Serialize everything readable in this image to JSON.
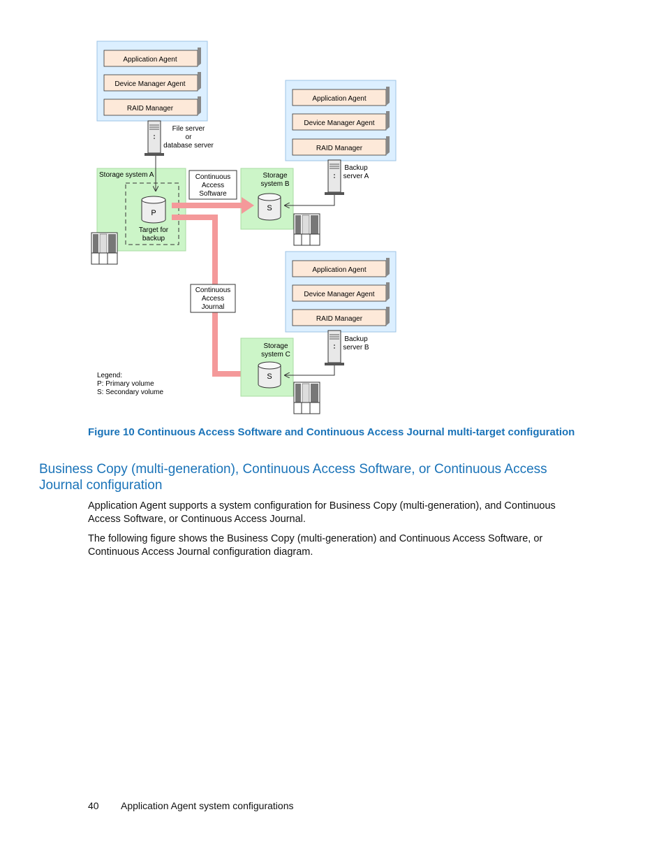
{
  "diagram": {
    "host_top_left": {
      "app_agent": "Application Agent",
      "dev_mgr_agent": "Device Manager Agent",
      "raid_mgr": "RAID Manager"
    },
    "file_server_label": [
      "File server",
      "or",
      "database server"
    ],
    "host_backup_a": {
      "app_agent": "Application Agent",
      "dev_mgr_agent": "Device Manager Agent",
      "raid_mgr": "RAID Manager"
    },
    "backup_server_a_label": [
      "Backup",
      "server A"
    ],
    "host_backup_b": {
      "app_agent": "Application Agent",
      "dev_mgr_agent": "Device Manager Agent",
      "raid_mgr": "RAID Manager"
    },
    "backup_server_b_label": [
      "Backup",
      "server B"
    ],
    "storage_a_label": "Storage system A",
    "storage_b_label": [
      "Storage",
      "system B"
    ],
    "storage_c_label": [
      "Storage",
      "system C"
    ],
    "primary_volume_letter": "P",
    "target_label": [
      "Target for",
      "backup"
    ],
    "secondary_volume_letter": "S",
    "cas_box": [
      "Continuous",
      "Access",
      "Software"
    ],
    "caj_box": [
      "Continuous",
      "Access",
      "Journal"
    ],
    "legend": [
      "Legend:",
      "P: Primary volume",
      "S: Secondary volume"
    ],
    "colors": {
      "host_fill": "#dcefff",
      "storage_fill": "#ccf5c8",
      "agent_fill": "#fde9d9",
      "arrow": "#f4999a",
      "accent": "#1a73b8"
    }
  },
  "caption": "Figure 10 Continuous Access Software and Continuous Access Journal multi-target configuration",
  "section_heading": "Business Copy (multi-generation), Continuous Access Software, or Continuous Access Journal configuration",
  "paragraphs": [
    "Application Agent supports a system configuration for Business Copy (multi-generation), and Continuous Access Software, or Continuous Access Journal.",
    "The following figure shows the Business Copy (multi-generation) and Continuous Access Software, or Continuous Access Journal configuration diagram."
  ],
  "footer": {
    "page_number": "40",
    "title": "Application Agent system configurations"
  }
}
